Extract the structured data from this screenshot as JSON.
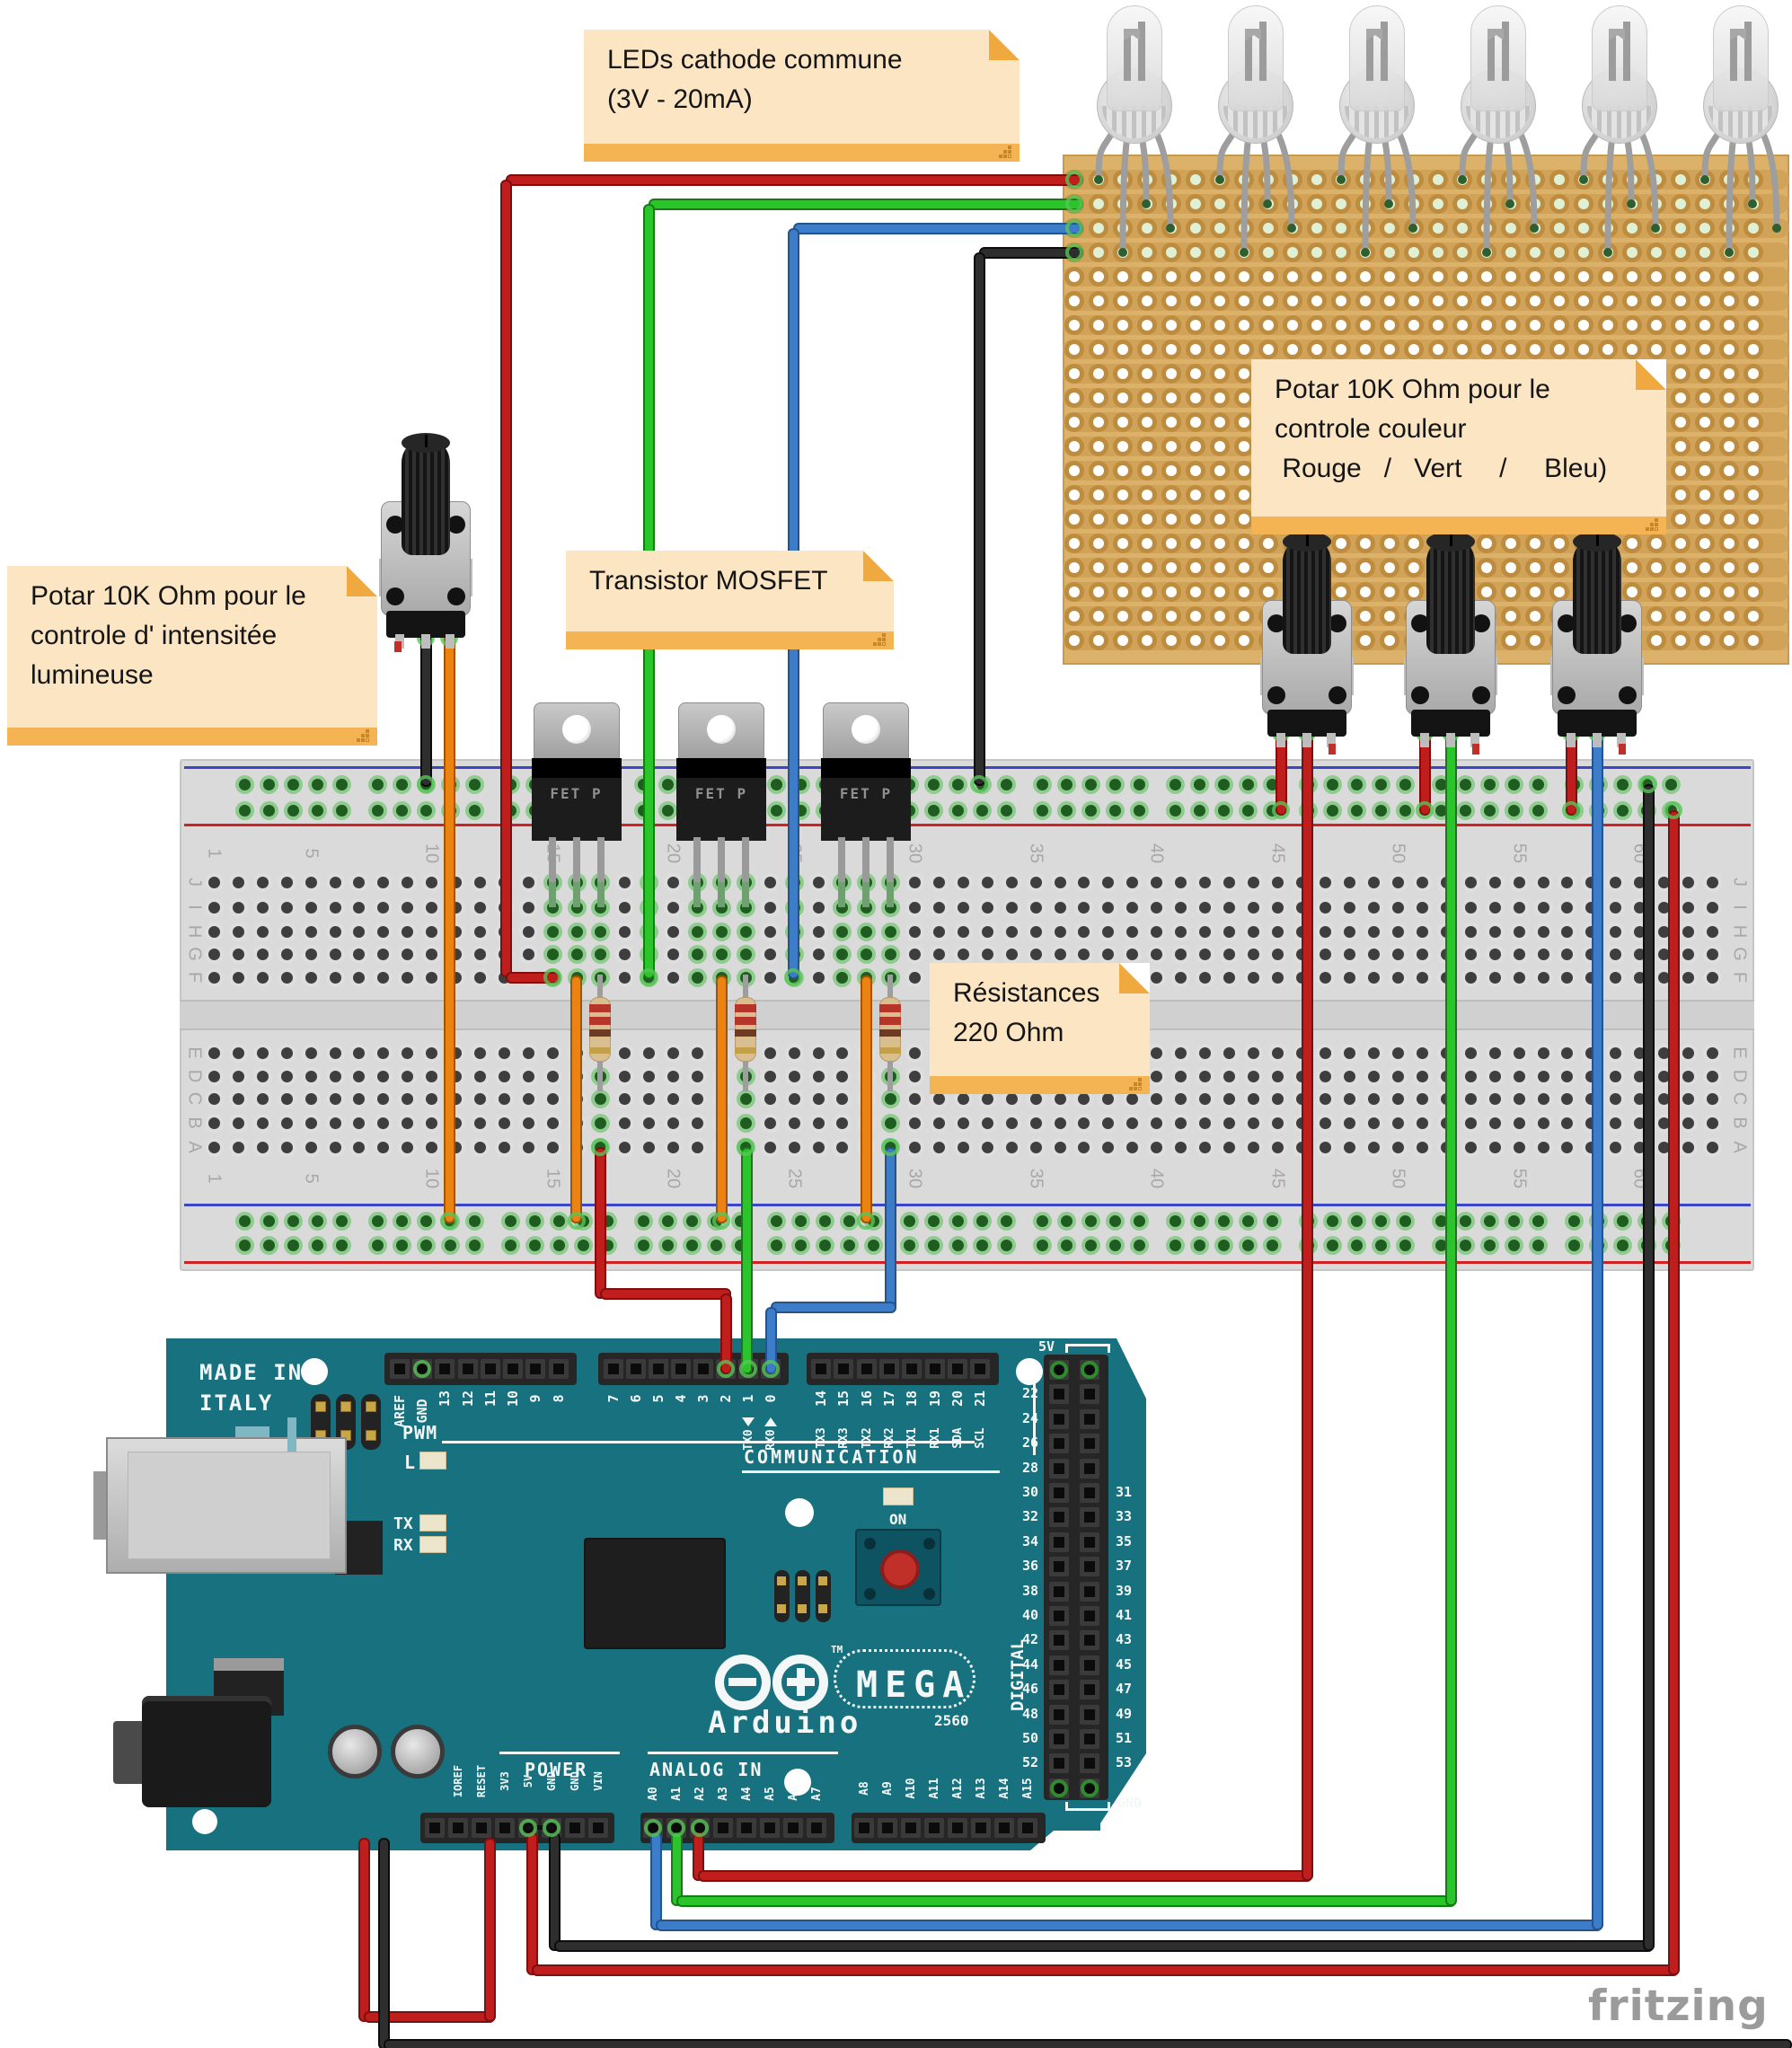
{
  "palette": {
    "wire_red": "#c01d1d",
    "wire_green": "#2bc52b",
    "wire_blue": "#3d7cc9",
    "wire_black": "#2e2e2e",
    "wire_orange": "#ec8210",
    "board_teal": "#17717F",
    "note_bg": "#FBE5C3",
    "note_bar": "#F5B453",
    "breadboard_gray": "#DADADA",
    "perfboard_tan": "#DCB26A"
  },
  "notes": {
    "leds": {
      "lines": [
        "LEDs cathode commune",
        "(3V - 20mA)"
      ]
    },
    "pot_intensity": {
      "lines": [
        "Potar 10K Ohm pour le",
        "controle d' intensitée",
        "lumineuse"
      ]
    },
    "mosfet": {
      "lines": [
        "Transistor MOSFET"
      ]
    },
    "pot_color": {
      "lines": [
        "Potar 10K Ohm pour le",
        "controle couleur",
        " Rouge   /   Vert     /     Bleu)"
      ]
    },
    "resistors": {
      "lines": [
        "Résistances",
        "220 Ohm"
      ]
    }
  },
  "arduino": {
    "made_in": [
      "MADE IN",
      "ITALY"
    ],
    "pwm_label": "PWM",
    "l_label": "L",
    "tx_label": "TX",
    "rx_label": "RX",
    "on_label": "ON",
    "communication_label": "COMMUNICATION",
    "digital_label": "DIGITAL",
    "analog_label": "ANALOG IN",
    "power_label": "POWER",
    "five_v_label": "5V",
    "gnd_label": "GND",
    "logo_text": "Arduino",
    "mega_label": "MEGA",
    "chip_label": "2560",
    "tm": "TM",
    "top_pins_left": [
      "AREF",
      "GND",
      "13",
      "12",
      "11",
      "10",
      "9",
      "8"
    ],
    "top_pins_mid": [
      "7",
      "6",
      "5",
      "4",
      "3",
      "2",
      "1",
      "0"
    ],
    "tx0_label": "TX0",
    "rx0_label": "RX0",
    "comm_pin_numbers": [
      "14",
      "15",
      "16",
      "17",
      "18",
      "19",
      "20",
      "21"
    ],
    "comm_pin_names": [
      "TX3",
      "RX3",
      "TX2",
      "RX2",
      "TX1",
      "RX1",
      "SDA",
      "SCL"
    ],
    "digital_pins_left": [
      "22",
      "24",
      "26",
      "28",
      "30",
      "32",
      "34",
      "36",
      "38",
      "40",
      "42",
      "44",
      "46",
      "48",
      "50",
      "52"
    ],
    "digital_pins_right": [
      "31",
      "33",
      "35",
      "37",
      "39",
      "41",
      "43",
      "45",
      "47",
      "49",
      "51",
      "53"
    ],
    "power_pins": [
      "IOREF",
      "RESET",
      "3V3",
      "5V",
      "GND",
      "GND",
      "VIN"
    ],
    "analog_pins_1": [
      "A0",
      "A1",
      "A2",
      "A3",
      "A4",
      "A5",
      "A6",
      "A7"
    ],
    "analog_pins_2": [
      "A8",
      "A9",
      "A10",
      "A11",
      "A12",
      "A13",
      "A14",
      "A15"
    ]
  },
  "breadboard": {
    "row_letters_top": [
      "J",
      "I",
      "H",
      "G",
      "F"
    ],
    "row_letters_bottom": [
      "E",
      "D",
      "C",
      "B",
      "A"
    ],
    "column_numbers": [
      "1",
      "5",
      "10",
      "15",
      "20",
      "25",
      "30",
      "35",
      "40",
      "45",
      "50",
      "55",
      "60"
    ]
  },
  "mosfet_label": "FET P",
  "watermark": "fritzing"
}
